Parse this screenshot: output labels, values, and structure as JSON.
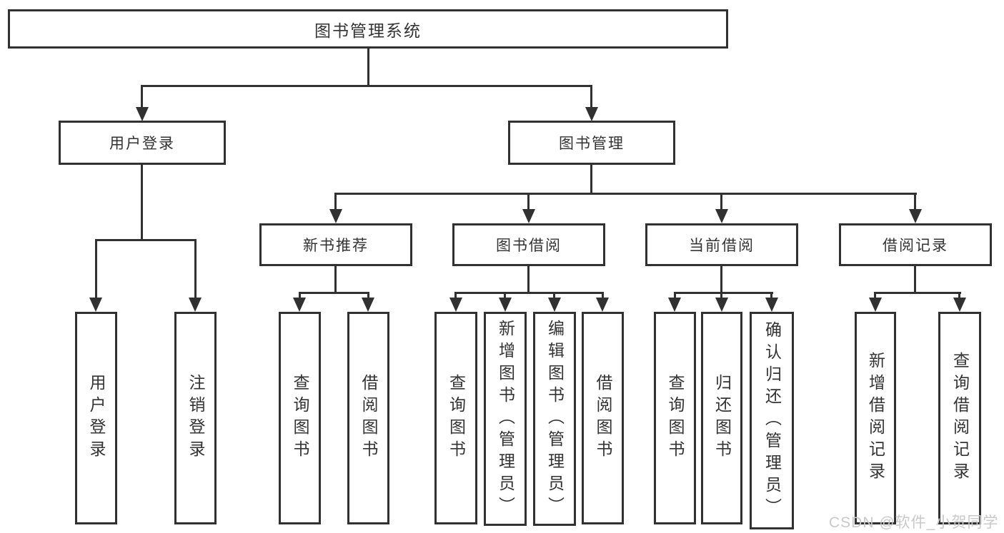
{
  "watermark": "CSDN @软件_小贺同学",
  "colors": {
    "line": "#313131",
    "text": "#333333",
    "watermark": "#c9c9c9",
    "background": "#ffffff"
  },
  "tree": {
    "label": "图书管理系统",
    "children": [
      {
        "label": "用户登录",
        "children": [
          {
            "label": "用户登录"
          },
          {
            "label": "注销登录"
          }
        ]
      },
      {
        "label": "图书管理",
        "children": [
          {
            "label": "新书推荐",
            "children": [
              {
                "label": "查询图书"
              },
              {
                "label": "借阅图书"
              }
            ]
          },
          {
            "label": "图书借阅",
            "children": [
              {
                "label": "查询图书"
              },
              {
                "label": "新增图书（管理员）"
              },
              {
                "label": "编辑图书（管理员）"
              },
              {
                "label": "借阅图书"
              }
            ]
          },
          {
            "label": "当前借阅",
            "children": [
              {
                "label": "查询图书"
              },
              {
                "label": "归还图书"
              },
              {
                "label": "确认归还（管理员）"
              }
            ]
          },
          {
            "label": "借阅记录",
            "children": [
              {
                "label": "新增借阅记录"
              },
              {
                "label": "查询借阅记录"
              }
            ]
          }
        ]
      }
    ]
  }
}
